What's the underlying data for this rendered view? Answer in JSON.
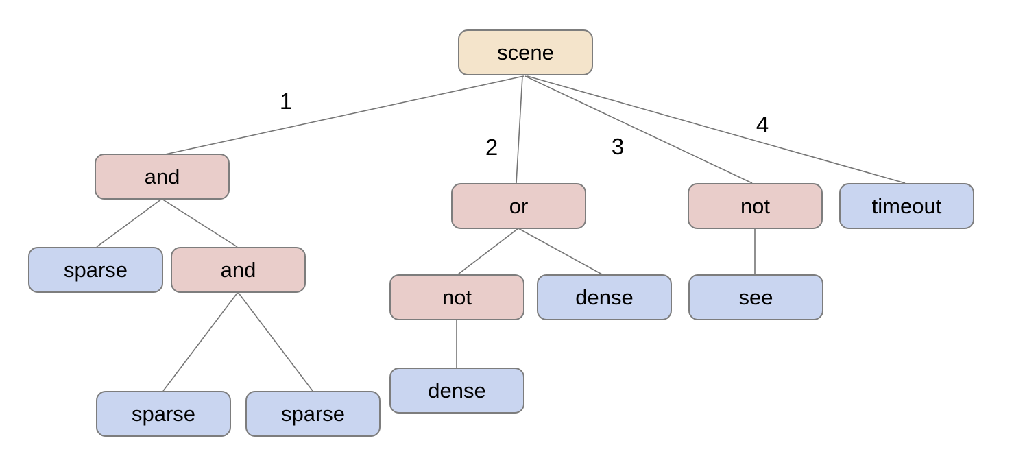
{
  "diagram": {
    "description": "tree",
    "colors": {
      "background": "#ffffff",
      "root_fill": "#f4e4cb",
      "operator_fill": "#e9cdca",
      "leaf_fill": "#c9d5f0",
      "node_border": "#7d7d7d",
      "edge_line": "#757575",
      "text": "#000000"
    },
    "nodes": {
      "scene": {
        "label": "scene",
        "role": "root"
      },
      "and1": {
        "label": "and",
        "role": "operator"
      },
      "or1": {
        "label": "or",
        "role": "operator"
      },
      "not1": {
        "label": "not",
        "role": "operator"
      },
      "timeout": {
        "label": "timeout",
        "role": "leaf"
      },
      "sparse1": {
        "label": "sparse",
        "role": "leaf"
      },
      "and2": {
        "label": "and",
        "role": "operator"
      },
      "not2": {
        "label": "not",
        "role": "operator"
      },
      "dense1": {
        "label": "dense",
        "role": "leaf"
      },
      "see": {
        "label": "see",
        "role": "leaf"
      },
      "dense2": {
        "label": "dense",
        "role": "leaf"
      },
      "sparse2": {
        "label": "sparse",
        "role": "leaf"
      },
      "sparse3": {
        "label": "sparse",
        "role": "leaf"
      }
    },
    "edge_labels": {
      "scene_and": "1",
      "scene_or": "2",
      "scene_not": "3",
      "scene_timeout": "4"
    },
    "edges": [
      {
        "from": "scene",
        "to": "and1",
        "label": "1"
      },
      {
        "from": "scene",
        "to": "or1",
        "label": "2"
      },
      {
        "from": "scene",
        "to": "not1",
        "label": "3"
      },
      {
        "from": "scene",
        "to": "timeout",
        "label": "4"
      },
      {
        "from": "and1",
        "to": "sparse1",
        "label": ""
      },
      {
        "from": "and1",
        "to": "and2",
        "label": ""
      },
      {
        "from": "and2",
        "to": "sparse2",
        "label": ""
      },
      {
        "from": "and2",
        "to": "sparse3",
        "label": ""
      },
      {
        "from": "or1",
        "to": "not2",
        "label": ""
      },
      {
        "from": "or1",
        "to": "dense1",
        "label": ""
      },
      {
        "from": "not2",
        "to": "dense2",
        "label": ""
      },
      {
        "from": "not1",
        "to": "see",
        "label": ""
      }
    ]
  }
}
